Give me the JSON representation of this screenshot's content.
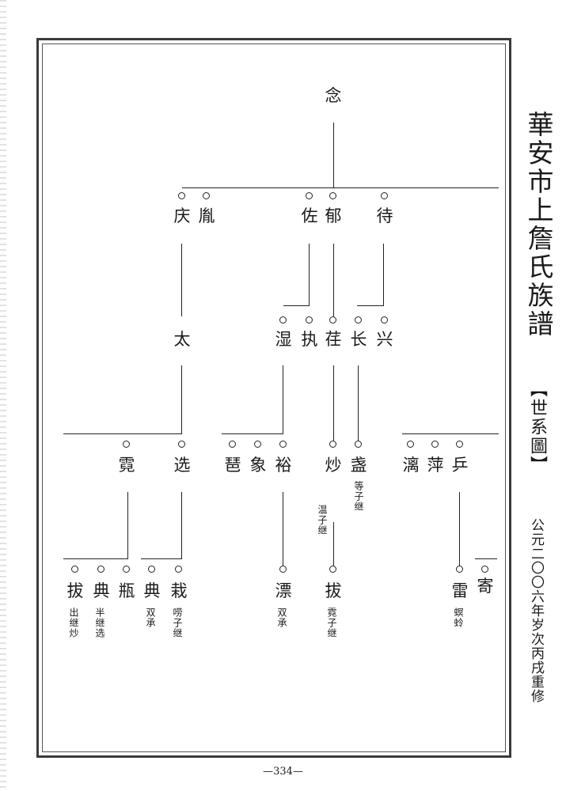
{
  "header": {
    "title": "華安市上詹氏族譜",
    "section": "【世系圖】",
    "date": "公元二〇〇六年岁次丙戌重修"
  },
  "page_number": "—334—",
  "tree": {
    "gen1": {
      "nian": "念"
    },
    "gen2": {
      "qing": "庆",
      "hu": "胤",
      "zuo": "佐",
      "yu": "郁",
      "dai": "待"
    },
    "gen3": {
      "tai": "太",
      "shi": "湿",
      "zhi": "执",
      "ren": "荏",
      "chang": "长",
      "xing": "兴"
    },
    "gen4": {
      "ni": "霓",
      "xuan": "选",
      "pi": "琶",
      "xiang": "象",
      "yu": "裕",
      "chao": "炒",
      "zhan": "盏",
      "li": "漓",
      "ping": "萍",
      "ping2": "乒"
    },
    "gen5": {
      "ba": "拔",
      "dian": "典",
      "ping": "瓶",
      "dian2": "典",
      "zai": "栽",
      "piao": "漂",
      "ba2": "拔",
      "lei": "雷",
      "ji": "寄"
    }
  },
  "notes": {
    "zhan": "等子继",
    "chao": "温子继",
    "ba": "出继炒",
    "dian": "半继选",
    "dian2": "双承",
    "zai": "唠子继",
    "piao": "双承",
    "ba2": "霓子继",
    "lei": "螟蛉"
  }
}
